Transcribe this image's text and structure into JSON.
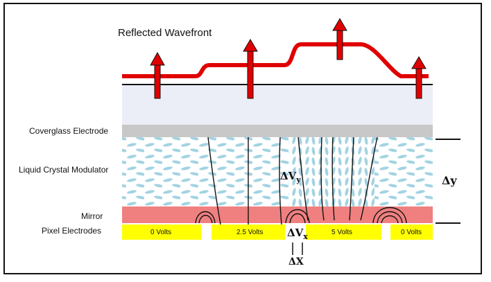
{
  "labels": {
    "reflected_wavefront": "Reflected Wavefront",
    "coverglass": "Coverglass Electrode",
    "lc_modulator": "Liquid Crystal Modulator",
    "mirror": "Mirror",
    "pixel_electrodes": "Pixel Electrodes"
  },
  "voltages": [
    "0 Volts",
    "2.5 Volts",
    "5 Volts",
    "0 Volts"
  ],
  "symbols": {
    "delta_vy": "ΔV",
    "delta_vy_sub": "y",
    "delta_vx": "ΔV",
    "delta_vx_sub": "x",
    "delta_x": "ΔX",
    "delta_y": "Δy"
  },
  "colors": {
    "wavefront": "#e00000",
    "arrow": "#e00000",
    "coverglass_band": "#c8c8c8",
    "glass_region": "#eceef7",
    "lc_ellipse": "#9ed0e0",
    "mirror": "#f08080",
    "electrode": "#ffff00"
  }
}
